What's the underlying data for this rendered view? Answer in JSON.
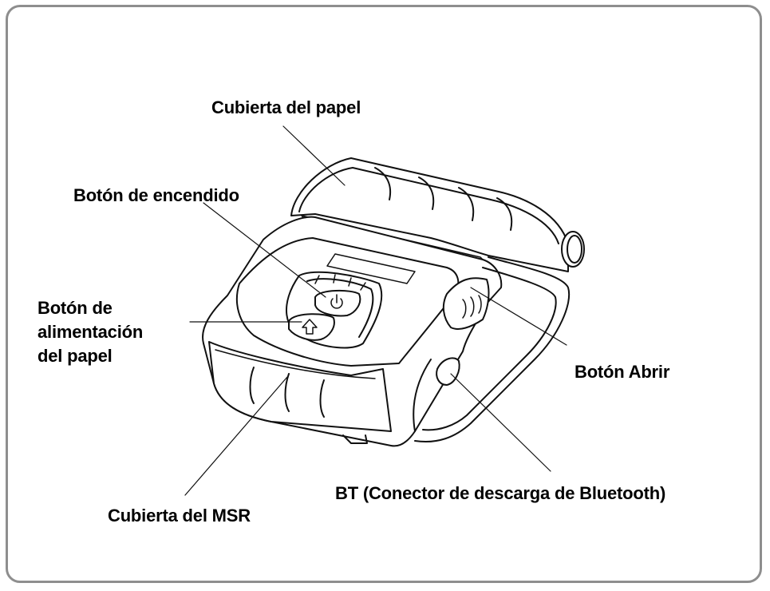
{
  "labels": {
    "paper_cover": "Cubierta del papel",
    "power_button": "Botón de encendido",
    "feed_button_line1": "Botón de",
    "feed_button_line2": "alimentación",
    "feed_button_line3": "del papel",
    "open_button": "Botón Abrir",
    "bt_connector": "BT (Conector de descarga de Bluetooth)",
    "msr_cover": "Cubierta del MSR"
  },
  "icons": {
    "power": "power-icon",
    "feed": "arrow-up-icon"
  },
  "colors": {
    "frame_border": "#8e8e8e",
    "line_art": "#111111",
    "text": "#000000"
  }
}
